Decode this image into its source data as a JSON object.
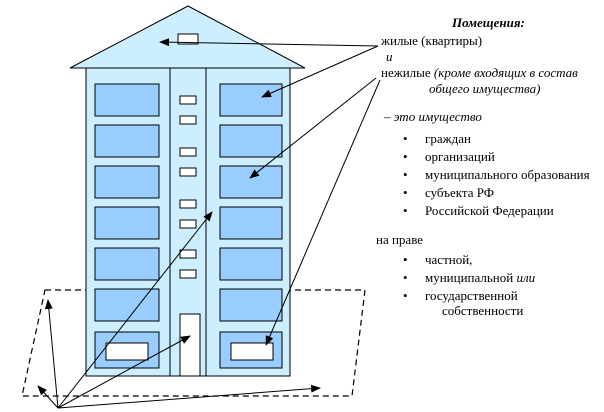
{
  "legend": {
    "title": "Помещения:",
    "residential": "жилые (квартиры)",
    "conjunction": "и",
    "nonresidential_label": "нежилые",
    "nonresidential_note_line1": "(кроме входящих в состав",
    "nonresidential_note_line2": "общего имущества)",
    "property_label": "– это имущество",
    "owners": [
      {
        "bullet": "•",
        "text": "граждан"
      },
      {
        "bullet": "•",
        "text": "организаций"
      },
      {
        "bullet": "•",
        "text": "муниципального образования"
      },
      {
        "bullet": "•",
        "text": "субъекта РФ"
      },
      {
        "bullet": "•",
        "text": "Российской Федерации"
      }
    ],
    "right_label": "на праве",
    "rights": [
      {
        "bullet": "•",
        "text": "частной,",
        "suffix": ""
      },
      {
        "bullet": "•",
        "text": "муниципальной",
        "suffix": " или"
      },
      {
        "bullet": "•",
        "text": "государственной",
        "suffix": ""
      }
    ],
    "rights_tail": "собственности"
  },
  "colors": {
    "facade": "#cceeff",
    "window": "#99ccff",
    "outline": "#000000",
    "background": "#ffffff"
  }
}
